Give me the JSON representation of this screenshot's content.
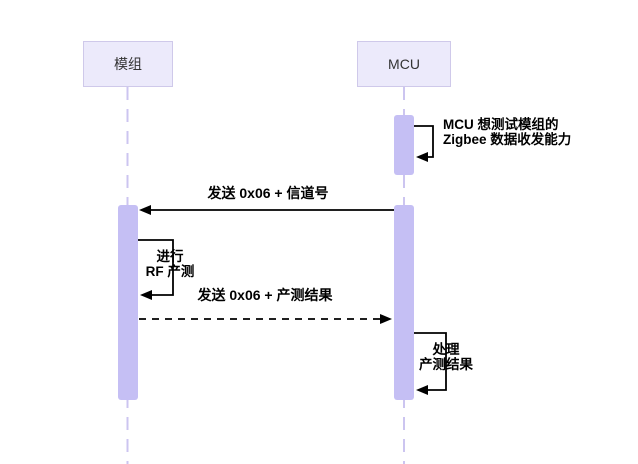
{
  "diagram": {
    "type": "sequence-diagram",
    "colors": {
      "actor_fill": "#ECEAFB",
      "actor_border": "#CFC9EA",
      "activation_fill": "#C5BFF4",
      "lifeline": "#CCC5F0",
      "arrow": "#000000",
      "text": "#333333"
    },
    "actors": [
      {
        "id": "module",
        "label": "模组"
      },
      {
        "id": "mcu",
        "label": "MCU"
      }
    ],
    "messages": [
      {
        "type": "self",
        "actor": "mcu",
        "label_lines": [
          "MCU 想测试模组的",
          "Zigbee 数据收发能力"
        ]
      },
      {
        "type": "solid",
        "from": "mcu",
        "to": "module",
        "label": "发送 0x06 + 信道号"
      },
      {
        "type": "self",
        "actor": "module",
        "label_lines": [
          "进行",
          "RF 产测"
        ]
      },
      {
        "type": "dashed",
        "from": "module",
        "to": "mcu",
        "label": "发送 0x06 + 产测结果"
      },
      {
        "type": "self",
        "actor": "mcu",
        "label_lines": [
          "处理",
          "产测结果"
        ]
      }
    ]
  }
}
